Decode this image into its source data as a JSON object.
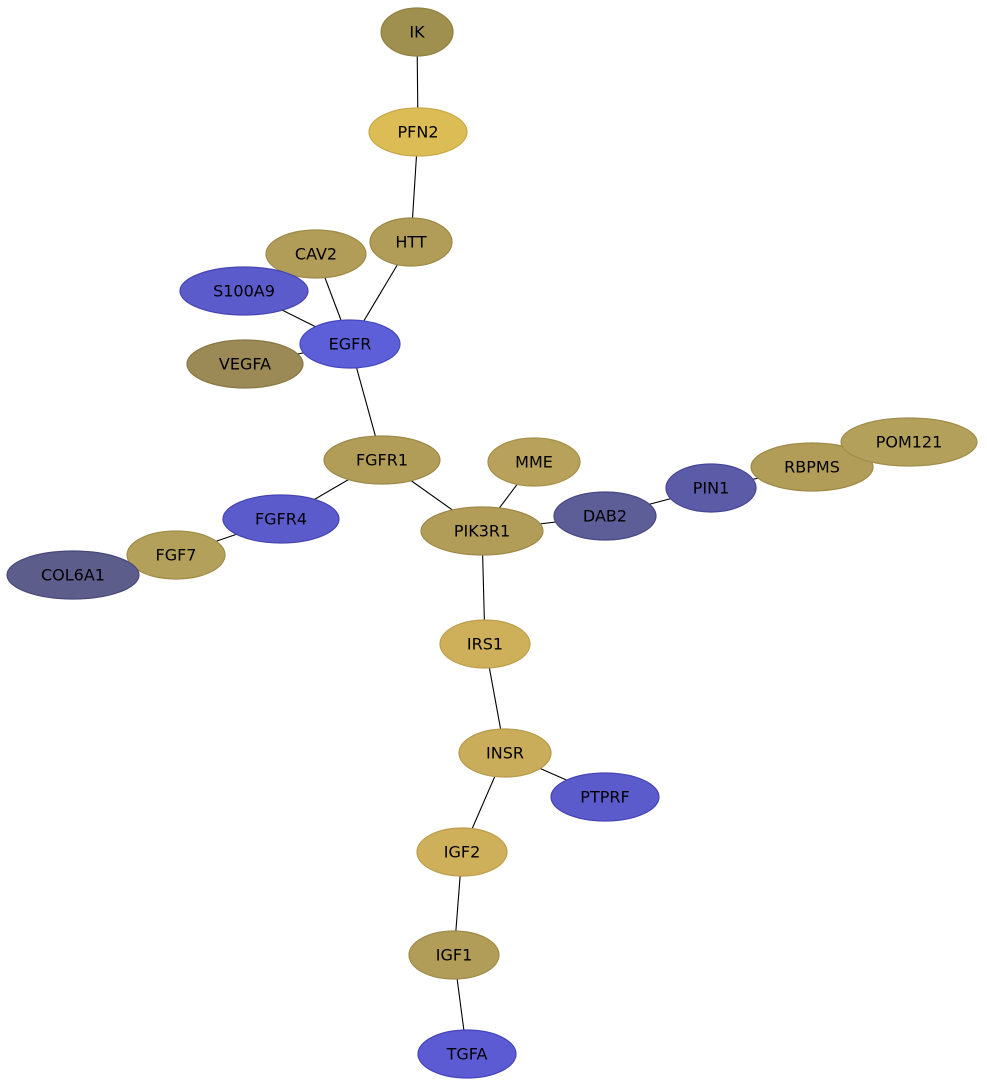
{
  "nodes": [
    {
      "id": "IK",
      "label": "IK",
      "fill": "#a0904f",
      "stroke": "#8f8040"
    },
    {
      "id": "PFN2",
      "label": "PFN2",
      "fill": "#dcbd55",
      "stroke": "#c9a845"
    },
    {
      "id": "HTT",
      "label": "HTT",
      "fill": "#b19c58",
      "stroke": "#9e8a48"
    },
    {
      "id": "CAV2",
      "label": "CAV2",
      "fill": "#b19c58",
      "stroke": "#9e8a48"
    },
    {
      "id": "S100A9",
      "label": "S100A9",
      "fill": "#5c5bcc",
      "stroke": "#4544b0"
    },
    {
      "id": "EGFR",
      "label": "EGFR",
      "fill": "#5d5fd8",
      "stroke": "#4547c0"
    },
    {
      "id": "VEGFA",
      "label": "VEGFA",
      "fill": "#9b8a55",
      "stroke": "#877745"
    },
    {
      "id": "FGFR1",
      "label": "FGFR1",
      "fill": "#b19c58",
      "stroke": "#9e8a48"
    },
    {
      "id": "MME",
      "label": "MME",
      "fill": "#b8a15a",
      "stroke": "#a58f4a"
    },
    {
      "id": "FGFR4",
      "label": "FGFR4",
      "fill": "#5c5bcc",
      "stroke": "#4544b0"
    },
    {
      "id": "FGF7",
      "label": "FGF7",
      "fill": "#b3a05a",
      "stroke": "#a08d4a"
    },
    {
      "id": "COL6A1",
      "label": "COL6A1",
      "fill": "#5d5d8c",
      "stroke": "#48487a"
    },
    {
      "id": "PIK3R1",
      "label": "PIK3R1",
      "fill": "#b19c58",
      "stroke": "#9e8a48"
    },
    {
      "id": "DAB2",
      "label": "DAB2",
      "fill": "#5d5d97",
      "stroke": "#484885"
    },
    {
      "id": "PIN1",
      "label": "PIN1",
      "fill": "#5c5ba8",
      "stroke": "#46459a"
    },
    {
      "id": "RBPMS",
      "label": "RBPMS",
      "fill": "#b19c58",
      "stroke": "#9e8a48"
    },
    {
      "id": "POM121",
      "label": "POM121",
      "fill": "#b3a05a",
      "stroke": "#a08d4a"
    },
    {
      "id": "IRS1",
      "label": "IRS1",
      "fill": "#cfb05a",
      "stroke": "#bc9d4a"
    },
    {
      "id": "INSR",
      "label": "INSR",
      "fill": "#c9ad5a",
      "stroke": "#b69a4a"
    },
    {
      "id": "PTPRF",
      "label": "PTPRF",
      "fill": "#5c5bcc",
      "stroke": "#4544b0"
    },
    {
      "id": "IGF2",
      "label": "IGF2",
      "fill": "#cfb05a",
      "stroke": "#bc9d4a"
    },
    {
      "id": "IGF1",
      "label": "IGF1",
      "fill": "#b19c58",
      "stroke": "#9e8a48"
    },
    {
      "id": "TGFA",
      "label": "TGFA",
      "fill": "#5c5bd4",
      "stroke": "#4544bc"
    }
  ],
  "edges": [
    [
      "IK",
      "PFN2"
    ],
    [
      "PFN2",
      "HTT"
    ],
    [
      "HTT",
      "EGFR"
    ],
    [
      "CAV2",
      "EGFR"
    ],
    [
      "S100A9",
      "EGFR"
    ],
    [
      "VEGFA",
      "EGFR"
    ],
    [
      "EGFR",
      "FGFR1"
    ],
    [
      "FGFR1",
      "FGFR4"
    ],
    [
      "FGFR4",
      "FGF7"
    ],
    [
      "FGF7",
      "COL6A1"
    ],
    [
      "FGFR1",
      "PIK3R1"
    ],
    [
      "MME",
      "PIK3R1"
    ],
    [
      "PIK3R1",
      "DAB2"
    ],
    [
      "DAB2",
      "PIN1"
    ],
    [
      "PIN1",
      "RBPMS"
    ],
    [
      "RBPMS",
      "POM121"
    ],
    [
      "PIK3R1",
      "IRS1"
    ],
    [
      "IRS1",
      "INSR"
    ],
    [
      "INSR",
      "PTPRF"
    ],
    [
      "INSR",
      "IGF2"
    ],
    [
      "IGF2",
      "IGF1"
    ],
    [
      "IGF1",
      "TGFA"
    ]
  ]
}
